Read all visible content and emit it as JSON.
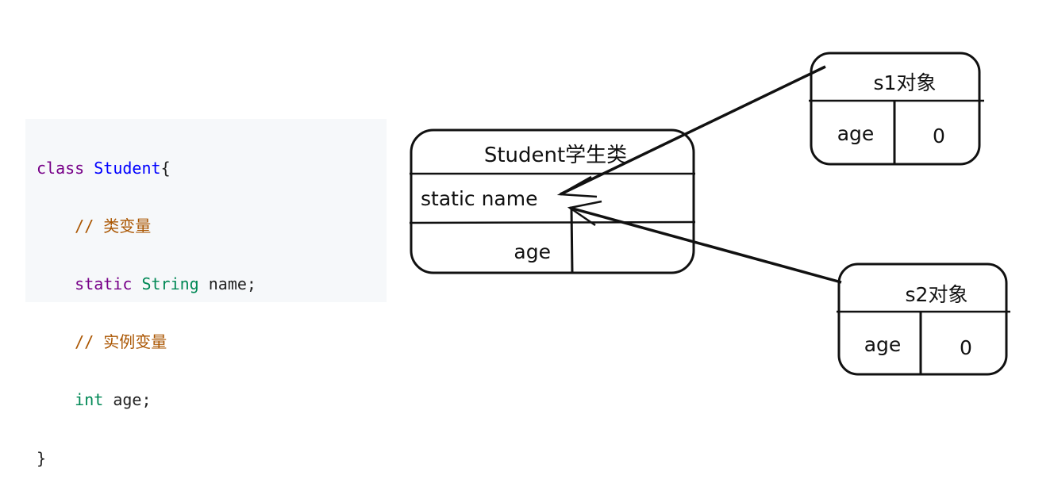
{
  "code": {
    "line1": {
      "kw": "class",
      "cls": "Student",
      "rest": "{"
    },
    "line2": {
      "comment": "// 类变量"
    },
    "line3": {
      "kw": "static",
      "type": "String",
      "rest": "name;"
    },
    "line4": {
      "comment": "// 实例变量"
    },
    "line5": {
      "type": "int",
      "rest": "age;"
    },
    "line6": {
      "rest": "}"
    }
  },
  "diagram": {
    "class_box": {
      "title": "Student学生类",
      "static_field": "static name",
      "instance_field": "age"
    },
    "s1": {
      "title": "s1对象",
      "field": "age",
      "value": "0"
    },
    "s2": {
      "title": "s2对象",
      "field": "age",
      "value": "0"
    }
  }
}
